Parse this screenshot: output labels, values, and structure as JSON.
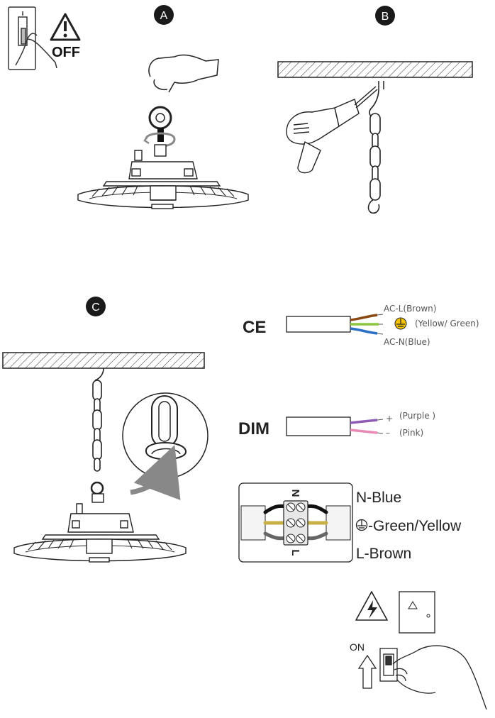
{
  "steps": {
    "a": "A",
    "b": "B",
    "c": "C"
  },
  "power_off": {
    "label": "OFF",
    "icon": "warning-triangle-icon"
  },
  "power_on": {
    "label": "ON",
    "icon": "high-voltage-warning-icon"
  },
  "ce_wiring": {
    "label": "CE",
    "wires": [
      {
        "label": "AC-L(Brown)",
        "color": "#8a4a14"
      },
      {
        "label": "(Yellow/ Green)",
        "color": "#8cc63f"
      },
      {
        "label": "AC-N(Blue)",
        "color": "#2b6fc4"
      }
    ]
  },
  "dim_wiring": {
    "label": "DIM",
    "wires": [
      {
        "sign": "+",
        "label": "(Purple )",
        "color": "#8e5bb5"
      },
      {
        "sign": "–",
        "label": "(Pink)",
        "color": "#e987b5"
      }
    ]
  },
  "terminal": {
    "top_mark": "N",
    "bottom_mark": "L",
    "labels": [
      "N-Blue",
      "-Green/Yellow",
      "L-Brown"
    ]
  },
  "ground_color": "#f2c200"
}
